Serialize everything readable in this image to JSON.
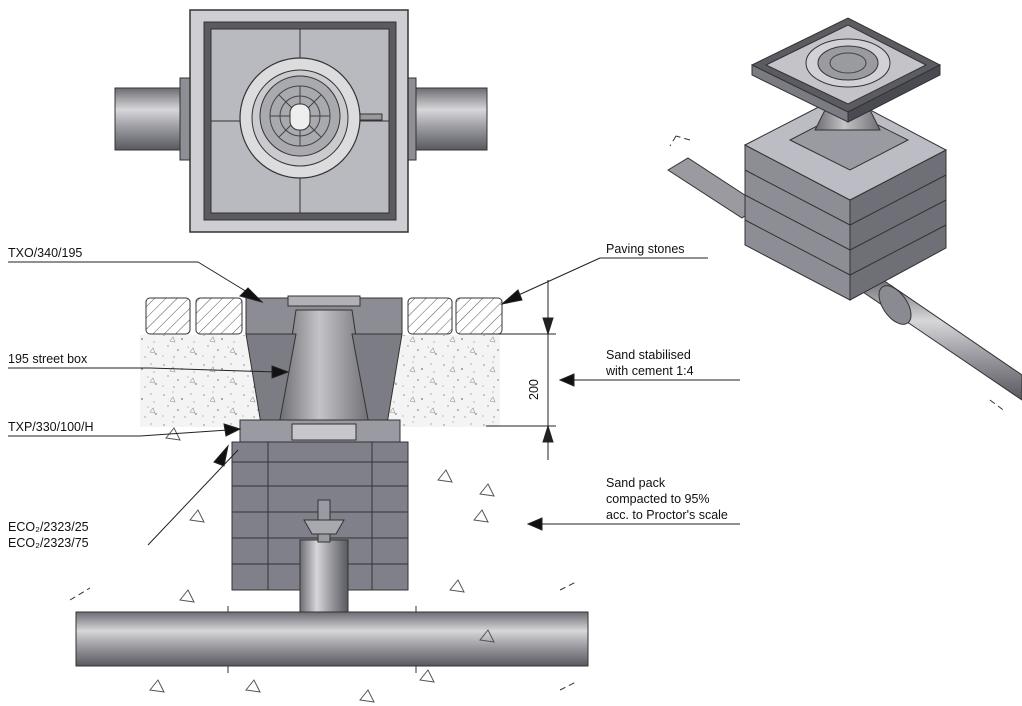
{
  "labels": {
    "txo": "TXO/340/195",
    "paving": "Paving stones",
    "street_box": "195 street box",
    "sand_stab_1": "Sand stabilised",
    "sand_stab_2": "with cement 1:4",
    "dimension": "200",
    "txp": "TXP/330/100/H",
    "sand_pack_1": "Sand pack",
    "sand_pack_2": "compacted to 95%",
    "sand_pack_3": "acc. to Proctor's scale",
    "eco_1": "ECO₂/2323/25",
    "eco_2": "ECO₂/2323/75"
  },
  "colors": {
    "metal_light": "#c9c9cc",
    "metal_mid": "#9c9ca2",
    "metal_dark": "#5c5c63",
    "block": "#7d7d86",
    "block_light": "#a3a3ab",
    "line": "#222222"
  }
}
